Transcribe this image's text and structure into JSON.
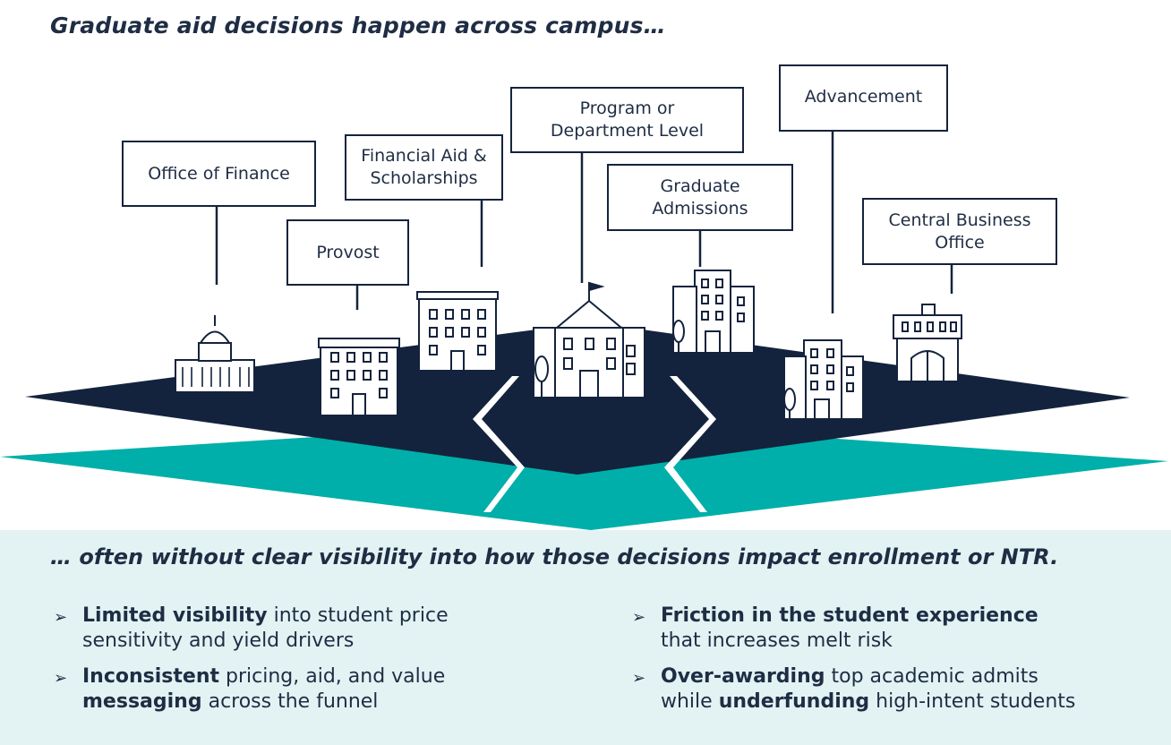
{
  "headline": "Graduate aid decisions happen across campus…",
  "labels": {
    "office_of_finance": "Office of Finance",
    "provost": "Provost",
    "financial_aid": "Financial Aid &\nScholarships",
    "program_level": "Program or\nDepartment Level",
    "graduate_admissions": "Graduate\nAdmissions",
    "advancement": "Advancement",
    "central_business_office": "Central Business\nOffice"
  },
  "subhead": "… often without clear visibility into how those decisions impact enrollment or NTR.",
  "bullets": [
    {
      "strong1": "Limited visibility",
      "rest1": " into student price",
      "line2": "sensitivity and yield drivers"
    },
    {
      "strong1": "Inconsistent",
      "rest1": " pricing, aid, and value",
      "strong2": "messaging",
      "rest2": " across the funnel"
    },
    {
      "strong1": "Friction in the student experience",
      "line2": "that increases melt risk"
    },
    {
      "strong1": "Over-awarding",
      "rest1": " top academic admits",
      "pre2": "while ",
      "strong2": "underfunding",
      "rest2": " high-intent students"
    }
  ],
  "bullet_marker": "➢",
  "colors": {
    "navy": "#14233d",
    "teal": "#00afa9",
    "panel": "#e3f3f4"
  }
}
